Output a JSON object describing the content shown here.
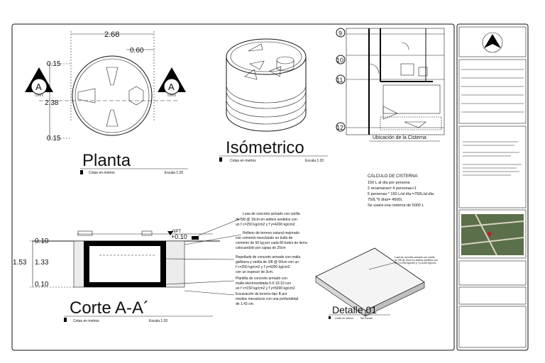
{
  "planta": {
    "title": "Planta",
    "units": "Cotas en metros",
    "scale": "Escala 1:20",
    "dim_width": "2.68",
    "dim_inner": "0.60",
    "dim_height": "2.38",
    "dim_top": "0.15",
    "dim_bottom": "0.15",
    "section_mark": "A",
    "section_sub": "CORTE"
  },
  "isometrico": {
    "title": "Isómetrico",
    "units": "Cotas en metros",
    "scale": "Escala 1:20"
  },
  "ubicacion": {
    "caption": "Ubicación de la Cisterna",
    "axes": [
      "9",
      "10",
      "11",
      "12"
    ]
  },
  "calculo": {
    "title": "CÁLCULO DE CISTERNA",
    "lines": [
      "150 L al día por persona",
      "2 recamaras= 4 personas+1",
      "5 personas * 150 L/al día =750L/al día",
      "750L*6 días= 4500L",
      "Se usará una cisterna de 5000 L"
    ]
  },
  "corte": {
    "title": "Corte A-A´",
    "units": "Cotas en metros",
    "scale": "Escala 1:20",
    "dim_total": "1.53",
    "dim_inner": "1.33",
    "dim_top": "0.10",
    "dim_bottom": "0.10",
    "npt": "NPT",
    "npt_level": "+0.10",
    "notes": [
      [
        "Losa de concreto armado con varilla",
        "de 3/8 @ 10cm en ambos sentidos con",
        "un f´c=250 kg/cm2 y f´y=4200 kg/cm2"
      ],
      [
        "Relleno de terreno natural mejorado",
        "con cemento mezclando un bulto de",
        "cemento de 50 kg por cada 80 botes de tierra",
        "colocandolo por capas de 20cm"
      ],
      [
        "Repellado de concreto armado con malla",
        "gallinera y varilla de 3/8 @ 50cm con un",
        "f´c=250 kg/cm2 y f´y=4200 kg/cm2",
        "con un espesor de 3cm."
      ],
      [
        "Plantilla de concreto armado con",
        "malla electrosoldada 6-6 10-10 con",
        "un f´c=150 kg/cm2 y f´y=5000 kg/cm2"
      ],
      [
        "Excavación de terreno tipo B por",
        "medios mecanicos con una profundidad",
        "de 1.43 cm."
      ]
    ]
  },
  "detalle": {
    "title": "Detalle 01",
    "units": "Cotas en metros",
    "scale": "Sin Escala",
    "note": [
      "Losa de concreto armado con varilla",
      "de 3/8 @ 10cm en ambos sentidos con",
      "un f´c=250 kg/cm2 y f´y=4200 kg/cm2"
    ]
  }
}
